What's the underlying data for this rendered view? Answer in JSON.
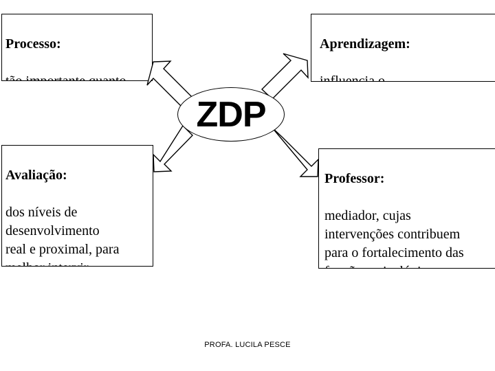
{
  "diagram": {
    "center": {
      "label": "ZDP",
      "shape": "ellipse"
    },
    "boxes": [
      {
        "name": "processo",
        "heading": "Processo:",
        "body": "tão importante quanto\no produto.",
        "position": "top-left"
      },
      {
        "name": "aprendizagem",
        "heading": "Aprendizagem:",
        "body": "influencia o\ndesenvolvimento.",
        "position": "top-right"
      },
      {
        "name": "avaliacao",
        "heading": "Avaliação:",
        "body": "dos níveis de\ndesenvolvimento\nreal e proximal, para\nmelhor intervir.",
        "position": "bottom-left"
      },
      {
        "name": "professor",
        "heading": "Professor:",
        "body": " mediador, cujas\nintervenções contribuem\npara o fortalecimento das\nfunções psicológicas\nainda não consolidadas.",
        "position": "bottom-right"
      }
    ],
    "arrows": [
      {
        "name": "arrow-to-processo",
        "direction": "up-left"
      },
      {
        "name": "arrow-to-aprendizagem",
        "direction": "up-right"
      },
      {
        "name": "arrow-to-avaliacao",
        "direction": "down-left"
      },
      {
        "name": "arrow-to-professor",
        "direction": "down-right"
      }
    ],
    "caption": "PROFA. LUCILA PESCE",
    "colors": {
      "stroke": "#000000",
      "fill": "#ffffff",
      "text": "#000000"
    }
  }
}
